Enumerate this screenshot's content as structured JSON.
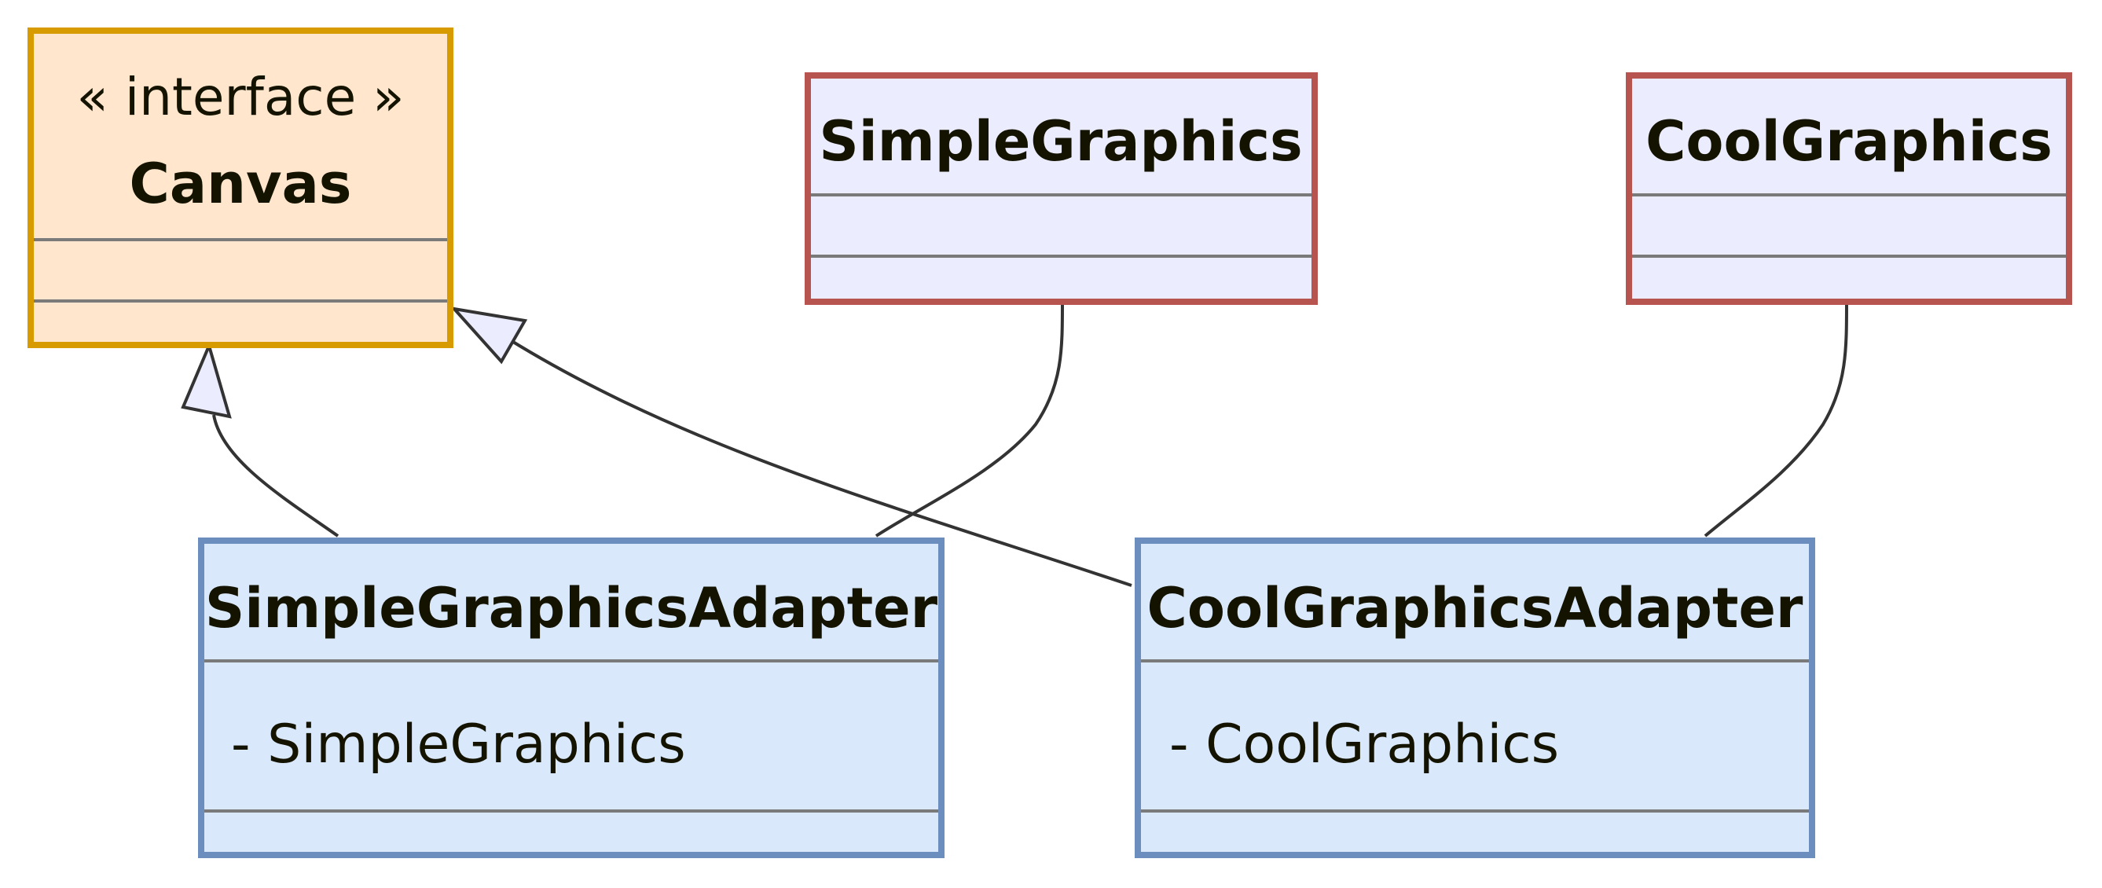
{
  "diagram": {
    "type": "uml-class-diagram",
    "classes": {
      "canvas": {
        "stereotype": "« interface »",
        "name": "Canvas",
        "members": [],
        "fill": "#FFE6CC",
        "stroke": "#D79B00"
      },
      "simple_graphics": {
        "name": "SimpleGraphics",
        "members": [],
        "fill": "#ECECFF",
        "stroke": "#B85450"
      },
      "cool_graphics": {
        "name": "CoolGraphics",
        "members": [],
        "fill": "#ECECFF",
        "stroke": "#B85450"
      },
      "simple_graphics_adapter": {
        "name": "SimpleGraphicsAdapter",
        "members": [
          "- SimpleGraphics"
        ],
        "fill": "#DAE8FC",
        "stroke": "#6C8EBF"
      },
      "cool_graphics_adapter": {
        "name": "CoolGraphicsAdapter",
        "members": [
          "- CoolGraphics"
        ],
        "fill": "#DAE8FC",
        "stroke": "#6C8EBF"
      }
    },
    "relations": [
      {
        "from": "SimpleGraphicsAdapter",
        "to": "Canvas",
        "kind": "realization"
      },
      {
        "from": "CoolGraphicsAdapter",
        "to": "Canvas",
        "kind": "realization"
      },
      {
        "from": "SimpleGraphics",
        "to": "SimpleGraphicsAdapter",
        "kind": "association"
      },
      {
        "from": "CoolGraphics",
        "to": "CoolGraphicsAdapter",
        "kind": "association"
      }
    ],
    "line_color": "#333333",
    "arrowhead_fill": "#ECECFF"
  }
}
